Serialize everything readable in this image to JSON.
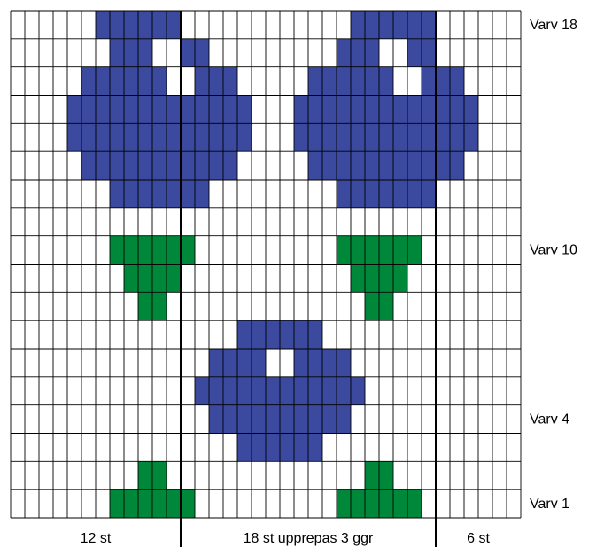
{
  "chart_data": {
    "type": "knitting-chart",
    "stitches": 36,
    "rows": 18,
    "legend": {
      "blue": "#3b4a9e",
      "green": "#00883a",
      "white": "#ffffff",
      "grid_line": "#000000"
    },
    "row_labels": [
      {
        "row": 18,
        "text": "Varv 18"
      },
      {
        "row": 10,
        "text": "Varv 10"
      },
      {
        "row": 4,
        "text": "Varv 4"
      },
      {
        "row": 1,
        "text": "Varv 1"
      }
    ],
    "sections": [
      {
        "label": "12 st",
        "stitches": 12
      },
      {
        "label": "18 st upprepas 3 ggr",
        "stitches": 18
      },
      {
        "label": "6 st",
        "stitches": 6
      }
    ],
    "grid": [
      "......BBBBBB............BBBBBB......",
      ".......BBB..BB.........BBB..BB......",
      ".....BBBBBB..BBB.....BBBBBB..BBB....",
      "....BBBBBBBBBBBBB...BBBBBBBBBBBBB...",
      "....BBBBBBBBBBBBB...BBBBBBBBBBBBB...",
      ".....BBBBBBBBBBB.....BBBBBBBBBBB....",
      ".......BBBBBBB.........BBBBBBB......",
      "....................................",
      ".......GGGGGG..........GGGGGG.......",
      "........GGGG............GGGG........",
      ".........GG..............GG.........",
      "................BBBBBB..............",
      "..............BBBB..BBBB............",
      ".............BBBBBBBBBBBB...........",
      "..............BBBBBBBBBB............",
      "................BBBBBB..............",
      ".........GG..............GG.........",
      ".......GGGGGG..........GGGGGG......."
    ]
  }
}
